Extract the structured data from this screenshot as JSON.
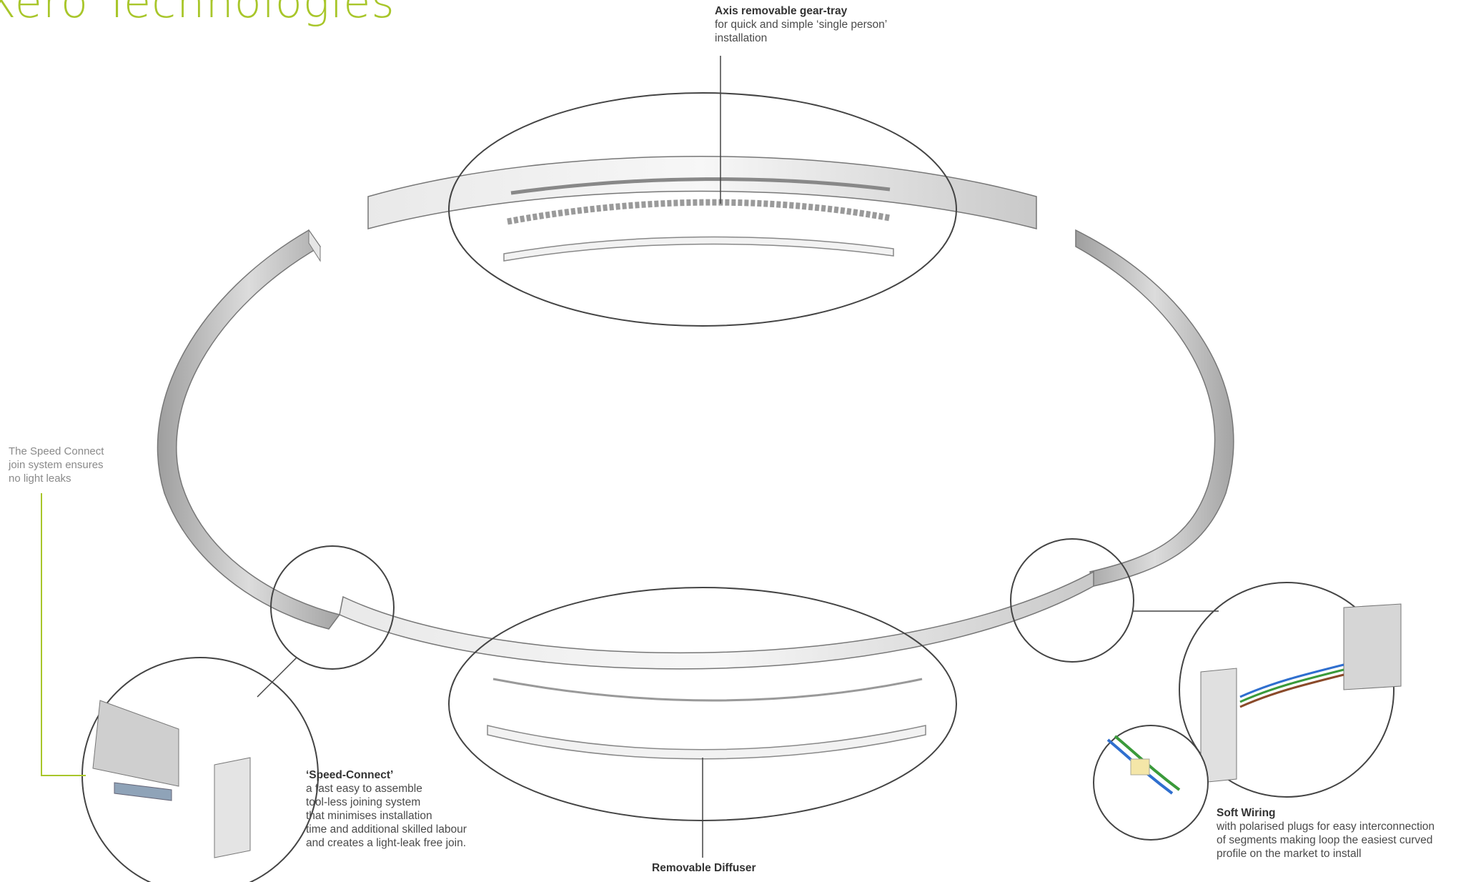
{
  "header": {
    "title": "Xero Technologies"
  },
  "callouts": {
    "gear_tray": {
      "title": "Axis removable gear-tray",
      "body": "for quick and simple ‘single person’\ninstallation"
    },
    "speed_connect_note": {
      "body": "The Speed Connect\njoin system ensures\nno light leaks"
    },
    "speed_connect": {
      "title": "‘Speed-Connect’",
      "body": "a fast easy to assemble\ntool-less joining system\nthat minimises installation\ntime and additional skilled labour\nand creates a light-leak free join."
    },
    "diffuser": {
      "title": "Removable Diffuser"
    },
    "soft_wiring": {
      "title": "Soft Wiring",
      "body": "with polarised plugs for easy interconnection\nof segments making loop the easiest curved\nprofile on the market to install"
    }
  },
  "colors": {
    "accent": "#a8c62a",
    "outline": "#444444",
    "profile": "#d8d8d8",
    "profile_dark": "#a9a9a9"
  }
}
